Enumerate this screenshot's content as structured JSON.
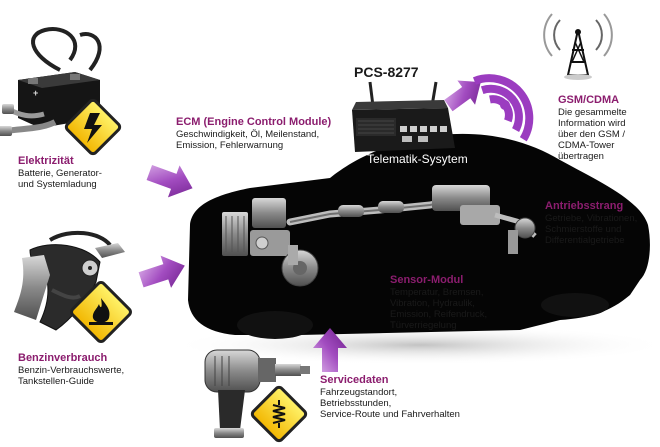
{
  "device": {
    "model": "PCS-8277",
    "caption": "Telematik-Sysytem"
  },
  "nodes": {
    "elektrizitaet": {
      "title": "Elektrizität",
      "lines": [
        "Batterie, Generator-",
        "und Systemladung"
      ]
    },
    "ecm": {
      "title": "ECM (Engine Control Module)",
      "lines": [
        "Geschwindigkeit, Öl, Meilenstand,",
        "Emission, Fehlerwarnung"
      ]
    },
    "gsm": {
      "title": "GSM/CDMA",
      "lines": [
        "Die gesammelte",
        "Information wird",
        "über den GSM /",
        "CDMA-Tower",
        "übertragen"
      ]
    },
    "antrieb": {
      "title": "Antriebsstrang",
      "lines": [
        "Getriebe, Vibrationen,",
        "Schmierstoffe und",
        "Differentialgetriebe"
      ]
    },
    "sensor": {
      "title": "Sensor-Modul",
      "lines": [
        "Temperatur, Bremsen,",
        "Vibration, Hydraulik,",
        "Emission, Reifendruck,",
        "Türverriegelung"
      ]
    },
    "benzin": {
      "title": "Benzinverbrauch",
      "lines": [
        "Benzin-Verbrauchswerte,",
        "Tankstellen-Guide"
      ]
    },
    "service": {
      "title": "Servicedaten",
      "lines": [
        "Fahrzeugstandort,",
        "Betriebsstunden,",
        "Service-Route und Fahrverhalten"
      ]
    }
  },
  "icons": [
    "battery-icon",
    "fuel-nozzle-icon",
    "impact-wrench-icon",
    "cell-tower-icon",
    "wireless-signal-icon",
    "lightning-warning-icon",
    "fire-warning-icon",
    "spring-warning-icon"
  ],
  "colors": {
    "heading": "#8b1d6e",
    "arrow": "#a04ab4",
    "car": "#050505"
  }
}
